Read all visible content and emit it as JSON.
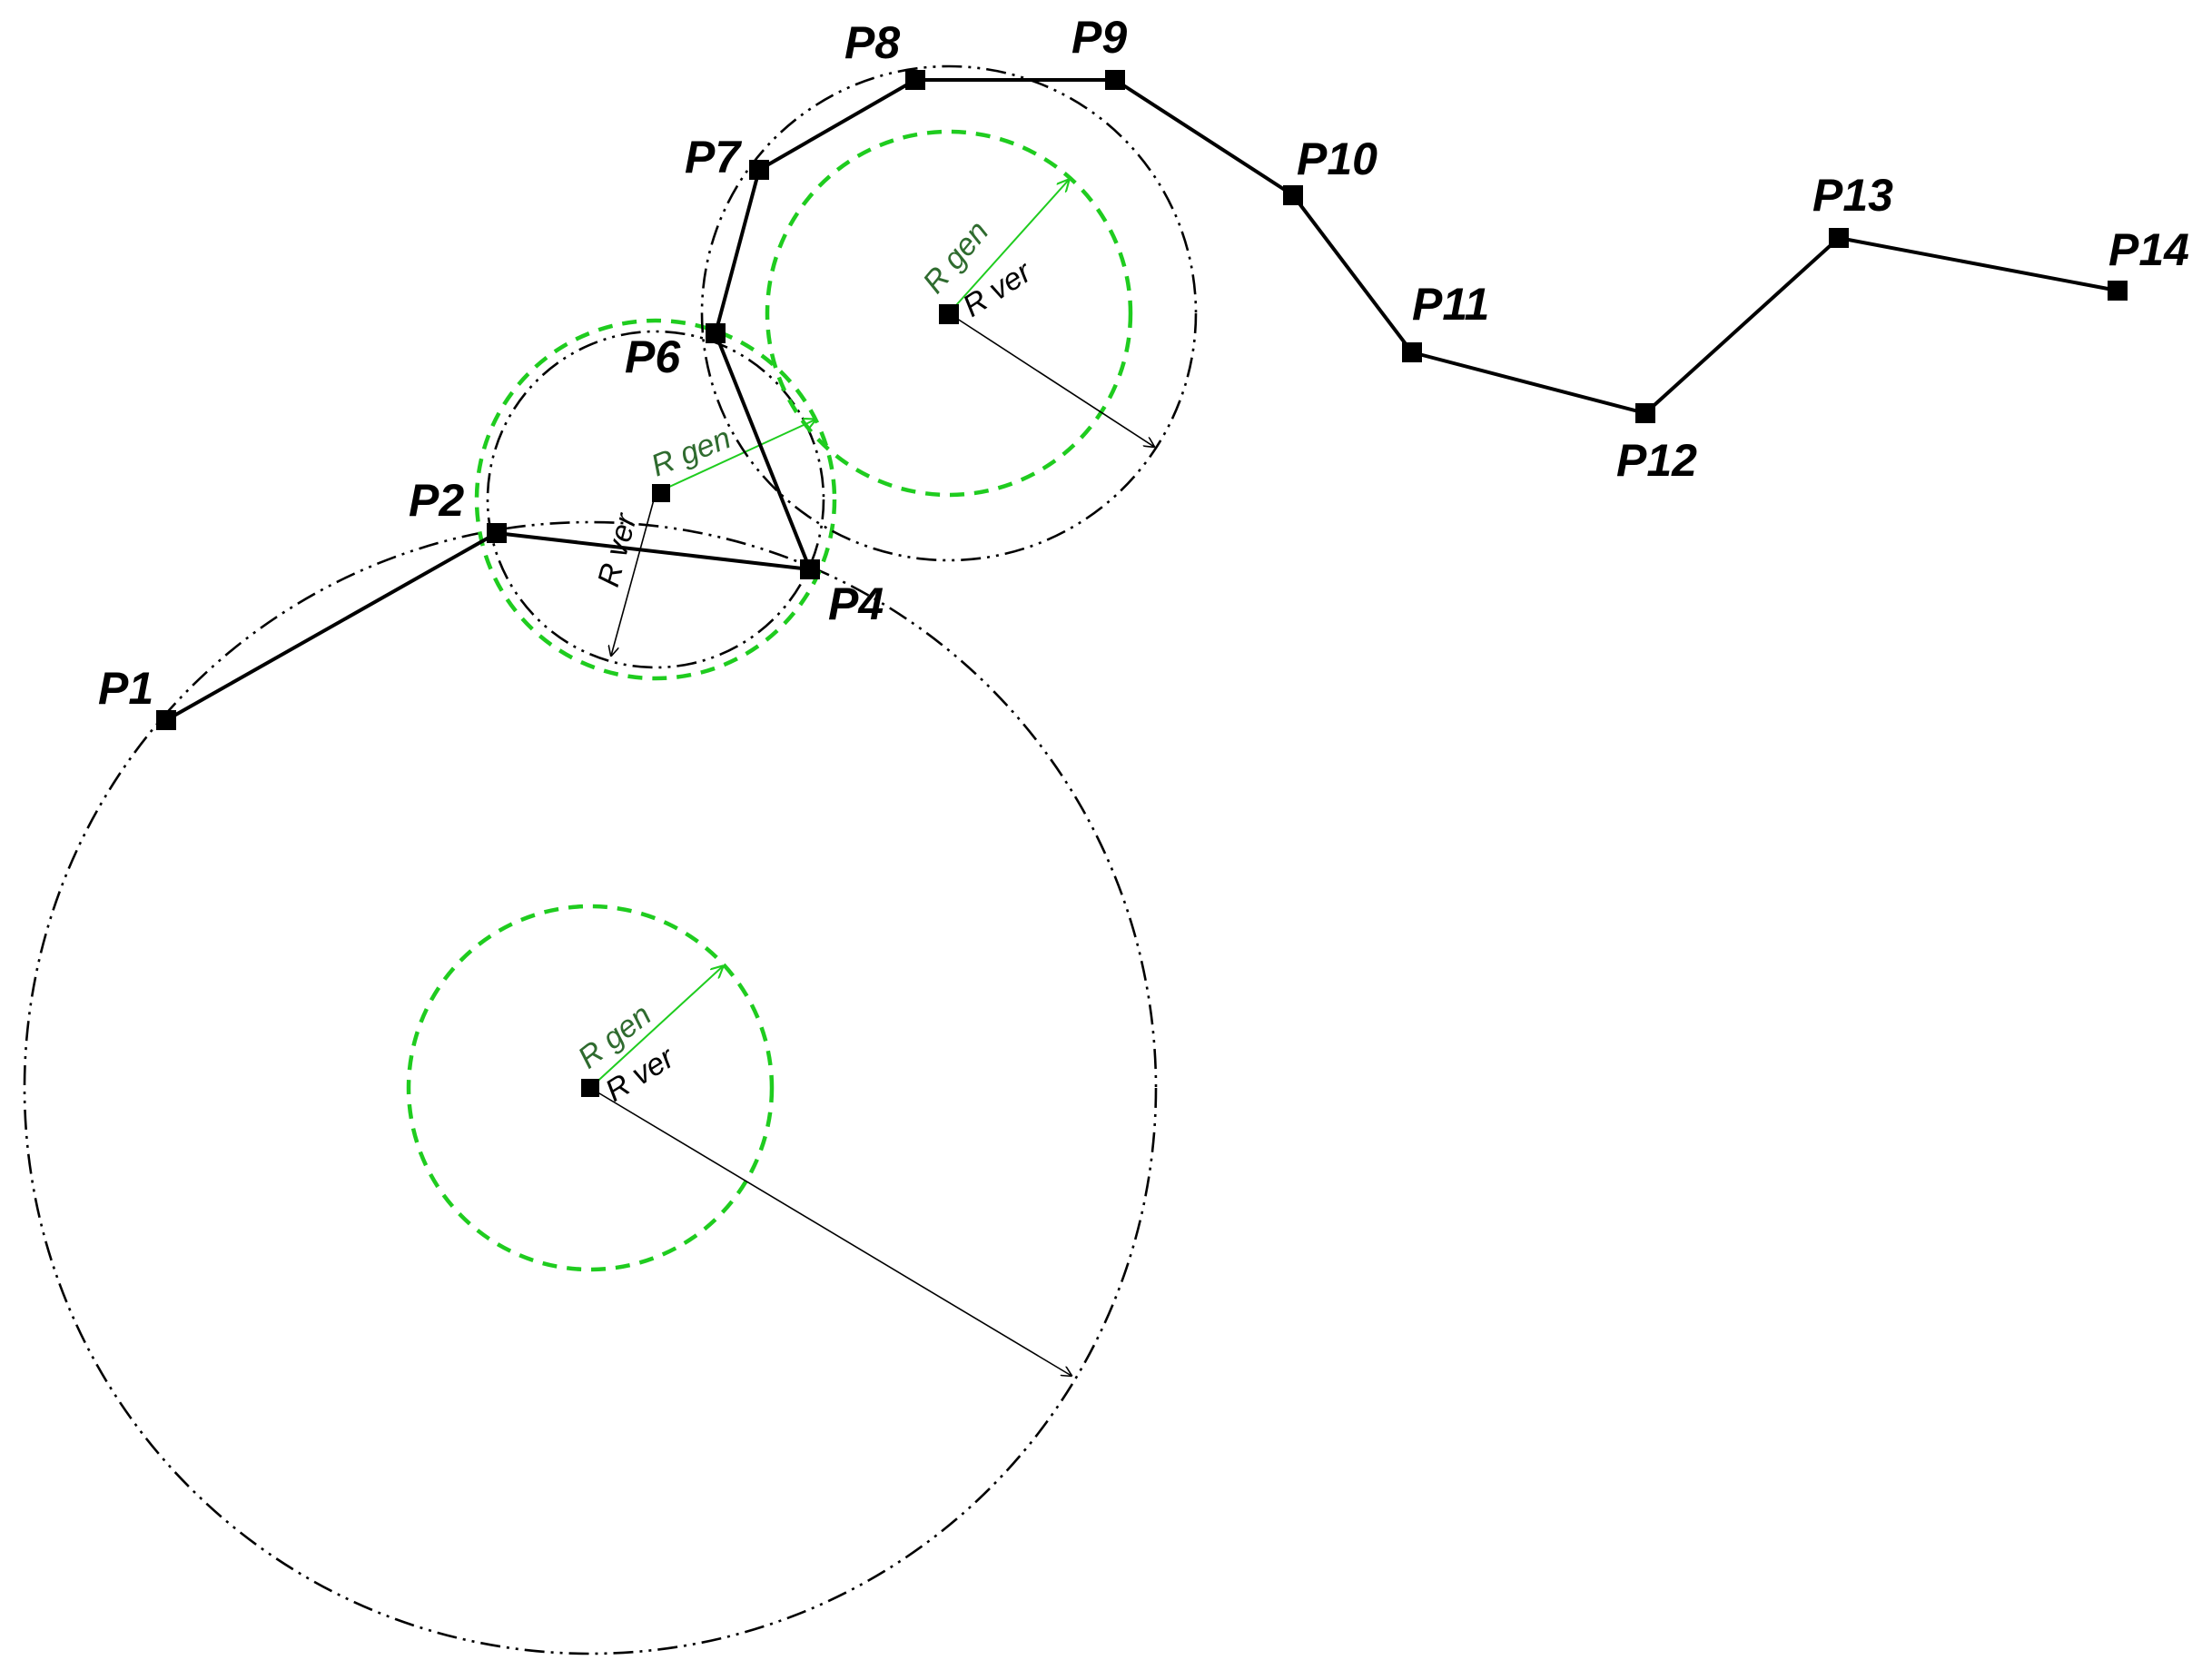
{
  "diagram": {
    "colors": {
      "path": "#000000",
      "verification_circle": "#000000",
      "generation_circle": "#1fcc1f"
    },
    "points": [
      {
        "id": "P1",
        "label": "P1"
      },
      {
        "id": "P2",
        "label": "P2"
      },
      {
        "id": "P4",
        "label": "P4"
      },
      {
        "id": "P6",
        "label": "P6"
      },
      {
        "id": "P7",
        "label": "P7"
      },
      {
        "id": "P8",
        "label": "P8"
      },
      {
        "id": "P9",
        "label": "P9"
      },
      {
        "id": "P10",
        "label": "P10"
      },
      {
        "id": "P11",
        "label": "P11"
      },
      {
        "id": "P12",
        "label": "P12"
      },
      {
        "id": "P13",
        "label": "P13"
      },
      {
        "id": "P14",
        "label": "P14"
      }
    ],
    "path_order": [
      "P1",
      "P2",
      "P4",
      "P6",
      "P7",
      "P8",
      "P9",
      "P10",
      "P11",
      "P12",
      "P13",
      "P14"
    ],
    "circles": [
      {
        "id": "large",
        "r_gen_label": "R gen",
        "r_ver_label": "R ver"
      },
      {
        "id": "middle",
        "r_gen_label": "R gen",
        "r_ver_label": "R ver"
      },
      {
        "id": "upper",
        "r_gen_label": "R gen",
        "r_ver_label": "R ver"
      }
    ]
  }
}
